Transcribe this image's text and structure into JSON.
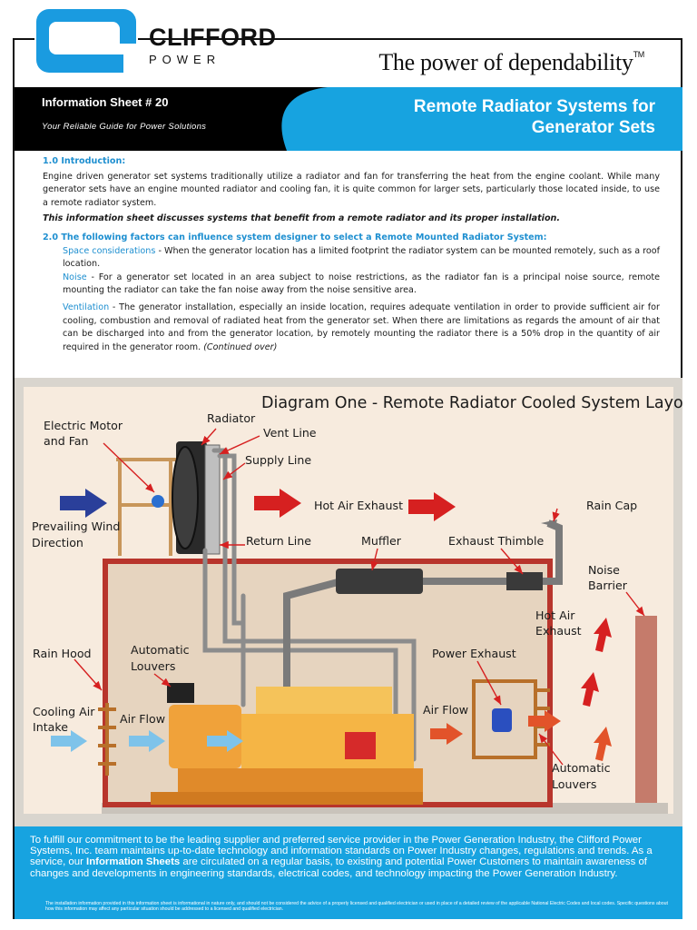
{
  "header": {
    "brand_name": "CLIFFORD",
    "brand_sub": "POWER",
    "tagline": "The power of dependability",
    "tagline_tm": "TM"
  },
  "banner": {
    "sheet_label": "Information Sheet # 20",
    "guide": "Your Reliable Guide for Power Solutions",
    "title_line1": "Remote Radiator Systems for",
    "title_line2": "Generator Sets"
  },
  "body": {
    "s1_heading": "1.0  Introduction:",
    "s1_text": "Engine driven generator set systems traditionally utilize a radiator and fan for transferring the heat from the engine coolant.  While many generator sets have an engine mounted radiator and cooling fan, it is quite common for larger sets, particularly those located inside, to use a remote radiator system.",
    "s1_emph": "This information sheet discusses systems that benefit from a remote radiator and its proper installation.",
    "s2_heading": "2.0  The following factors can influence system designer to select a Remote Mounted Radiator System:",
    "space_label": "Space considerations",
    "space_text": " - When the generator location has a limited footprint the radiator system can be mounted remotely, such as a roof location.",
    "noise_label": "Noise",
    "noise_text": " - For a generator set located in an area subject to noise restrictions, as the radiator fan is a principal noise source, remote mounting the radiator can take the fan noise away from the noise sensitive area.",
    "vent_label": "Ventilation",
    "vent_text": " - The generator installation, especially an inside location, requires adequate ventilation in order to provide sufficient air for cooling, combustion and removal of radiated heat from the generator set. When there are limitations as regards the amount of air that can be discharged into and from the generator location, by remotely mounting the radiator there is a 50% drop in the quantity of air required in the generator room. ",
    "continued": "(Continued over)"
  },
  "diagram": {
    "title": "Diagram One - Remote Radiator Cooled System Layout",
    "labels": {
      "electric_motor_1": "Electric Motor",
      "electric_motor_2": "and Fan",
      "radiator": "Radiator",
      "vent_line": "Vent Line",
      "supply_line": "Supply Line",
      "hot_air_exhaust": "Hot Air Exhaust",
      "rain_cap": "Rain Cap",
      "prevailing_1": "Prevailing Wind",
      "prevailing_2": "Direction",
      "return_line": "Return Line",
      "muffler": "Muffler",
      "exhaust_thimble": "Exhaust Thimble",
      "noise_1": "Noise",
      "noise_2": "Barrier",
      "hot_air_1": "Hot Air",
      "hot_air_2": "Exhaust",
      "rain_hood": "Rain Hood",
      "auto_louvers_1": "Automatic",
      "auto_louvers_2": "Louvers",
      "power_exhaust": "Power Exhaust",
      "cooling_1": "Cooling Air",
      "cooling_2": "Intake",
      "air_flow_left": "Air Flow",
      "air_flow_right": "Air Flow",
      "auto_louvers_r1": "Automatic",
      "auto_louvers_r2": "Louvers"
    }
  },
  "footer": {
    "text_1": "To fulfill our commitment to be the leading supplier and preferred service provider in the Power Generation Industry, the Clifford Power Systems, Inc. team maintains up-to-date technology and information standards on Power Industry changes, regulations and trends.  As a service, our ",
    "text_bold": "Information Sheets",
    "text_2": " are circulated on a regular basis, to existing and potential Power Customers to maintain awareness of changes and developments in engineering standards, electrical codes, and technology impacting the Power Generation Industry.",
    "disclaimer": "The installation information provided in this information sheet is informational in nature only, and should not be considered the advice of a properly licensed and qualified electrician or used in place of a detailed review of the applicable National Electric Codes and local codes.   Specific questions about how this information may affect any particular situation should be addressed to a licensed and qualified electrician."
  },
  "colors": {
    "accent_blue": "#17a3e0",
    "heading_blue": "#1e8fd0",
    "wall_red": "#b8352c",
    "arrow_red": "#d62020",
    "arrow_blue": "#2a3f9a"
  }
}
